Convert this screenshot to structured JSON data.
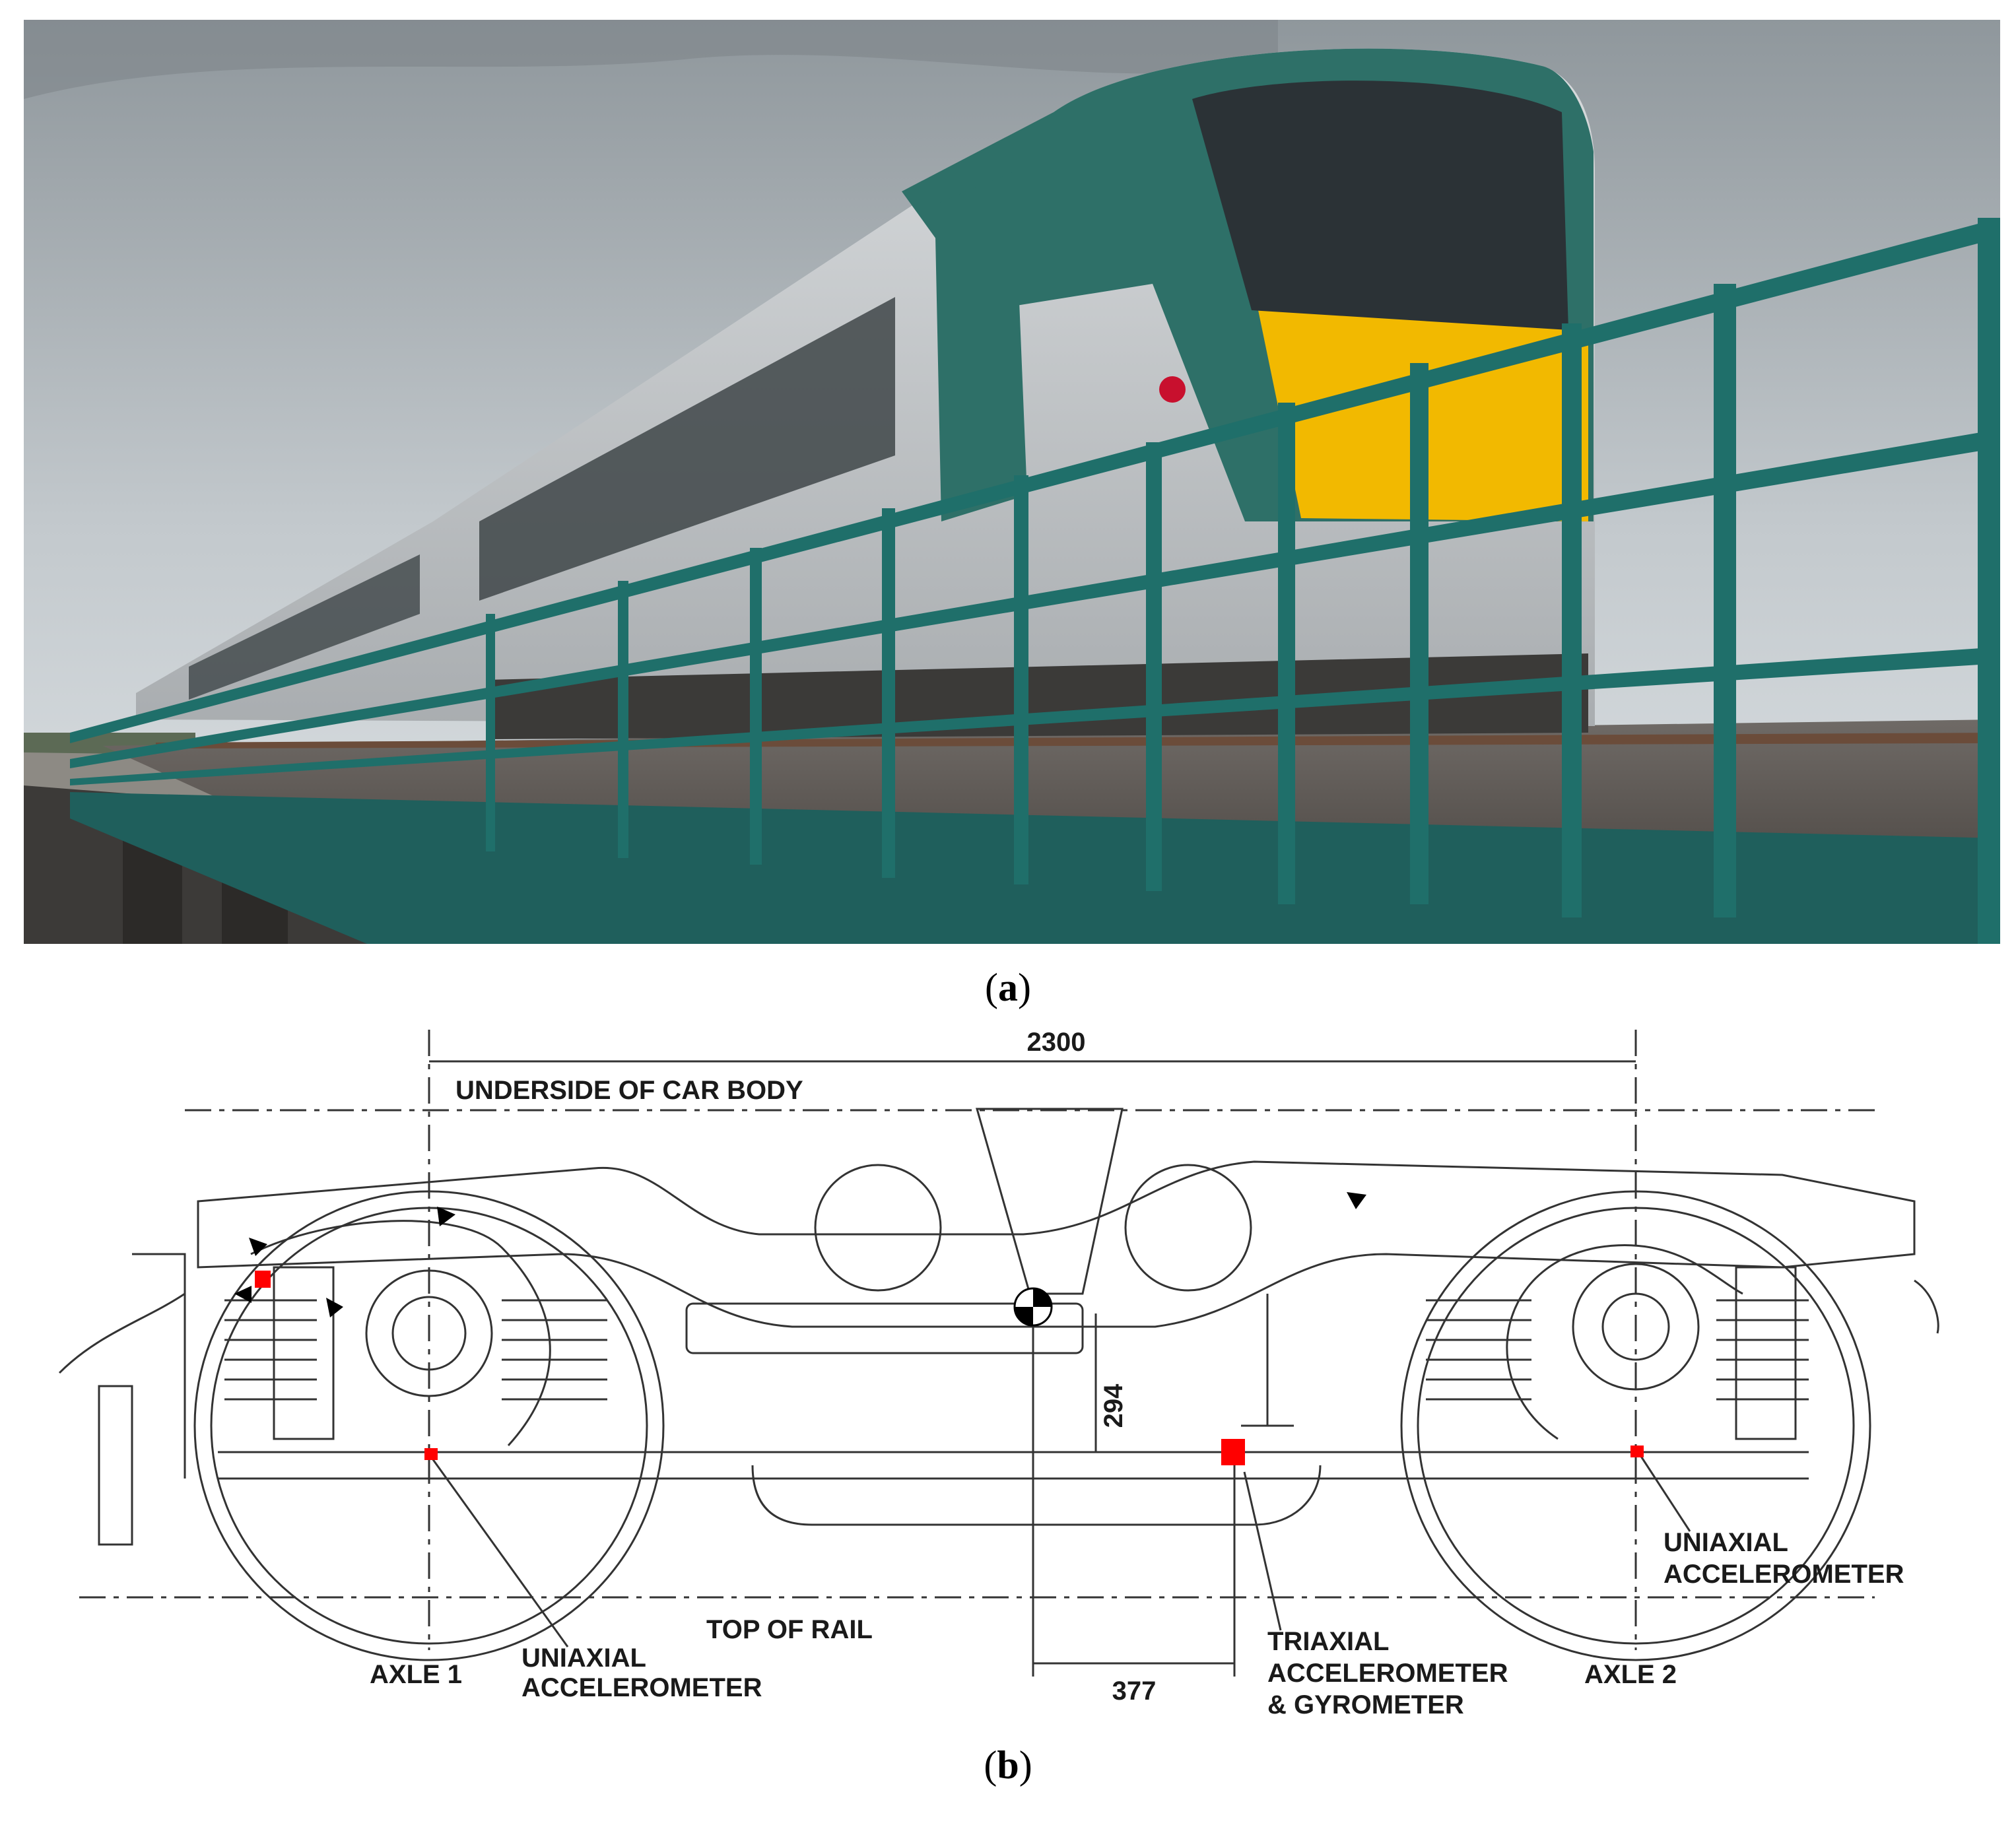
{
  "figure": {
    "panel_a_label": "a",
    "panel_b_label": "b"
  },
  "diagram": {
    "dim_wheelbase": "2300",
    "underside_label": "UNDERSIDE OF CAR BODY",
    "top_of_rail_label": "TOP OF RAIL",
    "axle1_label": "AXLE 1",
    "axle2_label": "AXLE 2",
    "uniaxial_left_line1": "UNIAXIAL",
    "uniaxial_left_line2": "ACCELEROMETER",
    "uniaxial_right_line1": "UNIAXIAL",
    "uniaxial_right_line2": "ACCELEROMETER",
    "triaxial_line1": "TRIAXIAL",
    "triaxial_line2": "ACCELEROMETER",
    "triaxial_line3": "& GYROMETER",
    "dim_vertical": "294",
    "dim_horizontal": "377"
  },
  "colors": {
    "sensor_marker": "#ff0000",
    "train_green": "#2e7068",
    "train_yellow": "#f2b900",
    "railing": "#1f6f6a"
  }
}
